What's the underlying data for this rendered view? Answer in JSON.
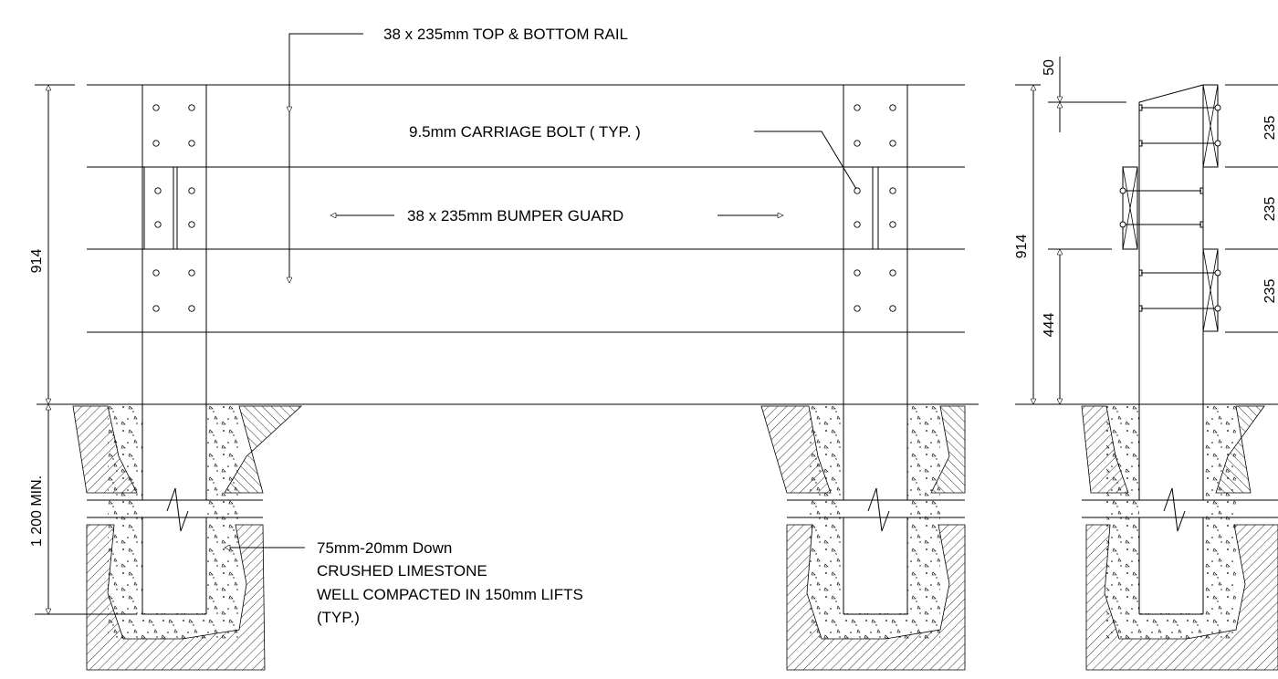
{
  "labels": {
    "top_bottom_rail": "38 x 235mm TOP & BOTTOM RAIL",
    "carriage_bolt": "9.5mm CARRIAGE BOLT ( TYP. )",
    "bumper_guard": "38 x 235mm BUMPER GUARD",
    "backfill_line1": "75mm-20mm Down",
    "backfill_line2": "CRUSHED LIMESTONE",
    "backfill_line3": "WELL COMPACTED IN 150mm LIFTS",
    "backfill_line4": "(TYP.)"
  },
  "dimensions": {
    "elevation_height": "914",
    "embedment": "1 200 MIN.",
    "side_total": "914",
    "side_lower": "444",
    "side_top_offset": "50",
    "board_1": "235",
    "board_2": "235",
    "board_3": "235"
  }
}
